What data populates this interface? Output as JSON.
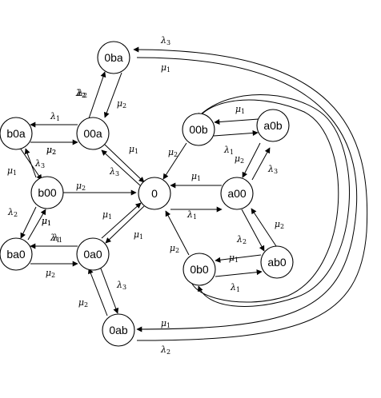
{
  "nodes": {
    "n_0": "0",
    "n_0ba": "0ba",
    "n_00a": "00a",
    "n_b0a": "b0a",
    "n_b00": "b00",
    "n_ba0": "ba0",
    "n_0a0": "0a0",
    "n_0ab": "0ab",
    "n_00b": "00b",
    "n_a0b": "a0b",
    "n_a00": "a00",
    "n_ab0": "ab0",
    "n_0b0": "0b0"
  },
  "symbols": {
    "lambda": "λ",
    "mu": "μ"
  },
  "edge_labels": [
    {
      "sym": "lambda",
      "sub": "3"
    },
    {
      "sym": "mu",
      "sub": "1"
    },
    {
      "sym": "lambda",
      "sub": "2"
    },
    {
      "sym": "mu",
      "sub": "2"
    },
    {
      "sym": "lambda",
      "sub": "1"
    },
    {
      "sym": "mu",
      "sub": "2"
    },
    {
      "sym": "mu",
      "sub": "1"
    },
    {
      "sym": "lambda",
      "sub": "3"
    },
    {
      "sym": "mu",
      "sub": "1"
    },
    {
      "sym": "lambda",
      "sub": "2"
    },
    {
      "sym": "mu",
      "sub": "1"
    },
    {
      "sym": "mu",
      "sub": "2"
    },
    {
      "sym": "lambda",
      "sub": "3"
    },
    {
      "sym": "mu",
      "sub": "1"
    },
    {
      "sym": "lambda",
      "sub": "1"
    },
    {
      "sym": "mu",
      "sub": "2"
    },
    {
      "sym": "lambda",
      "sub": "3"
    },
    {
      "sym": "mu",
      "sub": "1"
    },
    {
      "sym": "lambda",
      "sub": "1"
    },
    {
      "sym": "mu",
      "sub": "2"
    },
    {
      "sym": "mu",
      "sub": "1"
    },
    {
      "sym": "lambda",
      "sub": "1"
    },
    {
      "sym": "mu",
      "sub": "1"
    },
    {
      "sym": "mu",
      "sub": "2"
    },
    {
      "sym": "lambda",
      "sub": "3"
    },
    {
      "sym": "mu",
      "sub": "2"
    },
    {
      "sym": "lambda",
      "sub": "2"
    },
    {
      "sym": "lambda",
      "sub": "2"
    },
    {
      "sym": "mu",
      "sub": "2"
    },
    {
      "sym": "mu",
      "sub": "1"
    },
    {
      "sym": "lambda",
      "sub": "1"
    },
    {
      "sym": "mu",
      "sub": "2"
    },
    {
      "sym": "mu",
      "sub": "1"
    },
    {
      "sym": "lambda",
      "sub": "2"
    },
    {
      "sym": "lambda",
      "sub": "1"
    },
    {
      "sym": "mu",
      "sub": "2"
    },
    {
      "sym": "mu",
      "sub": "1"
    },
    {
      "sym": "lambda",
      "sub": "2"
    }
  ]
}
